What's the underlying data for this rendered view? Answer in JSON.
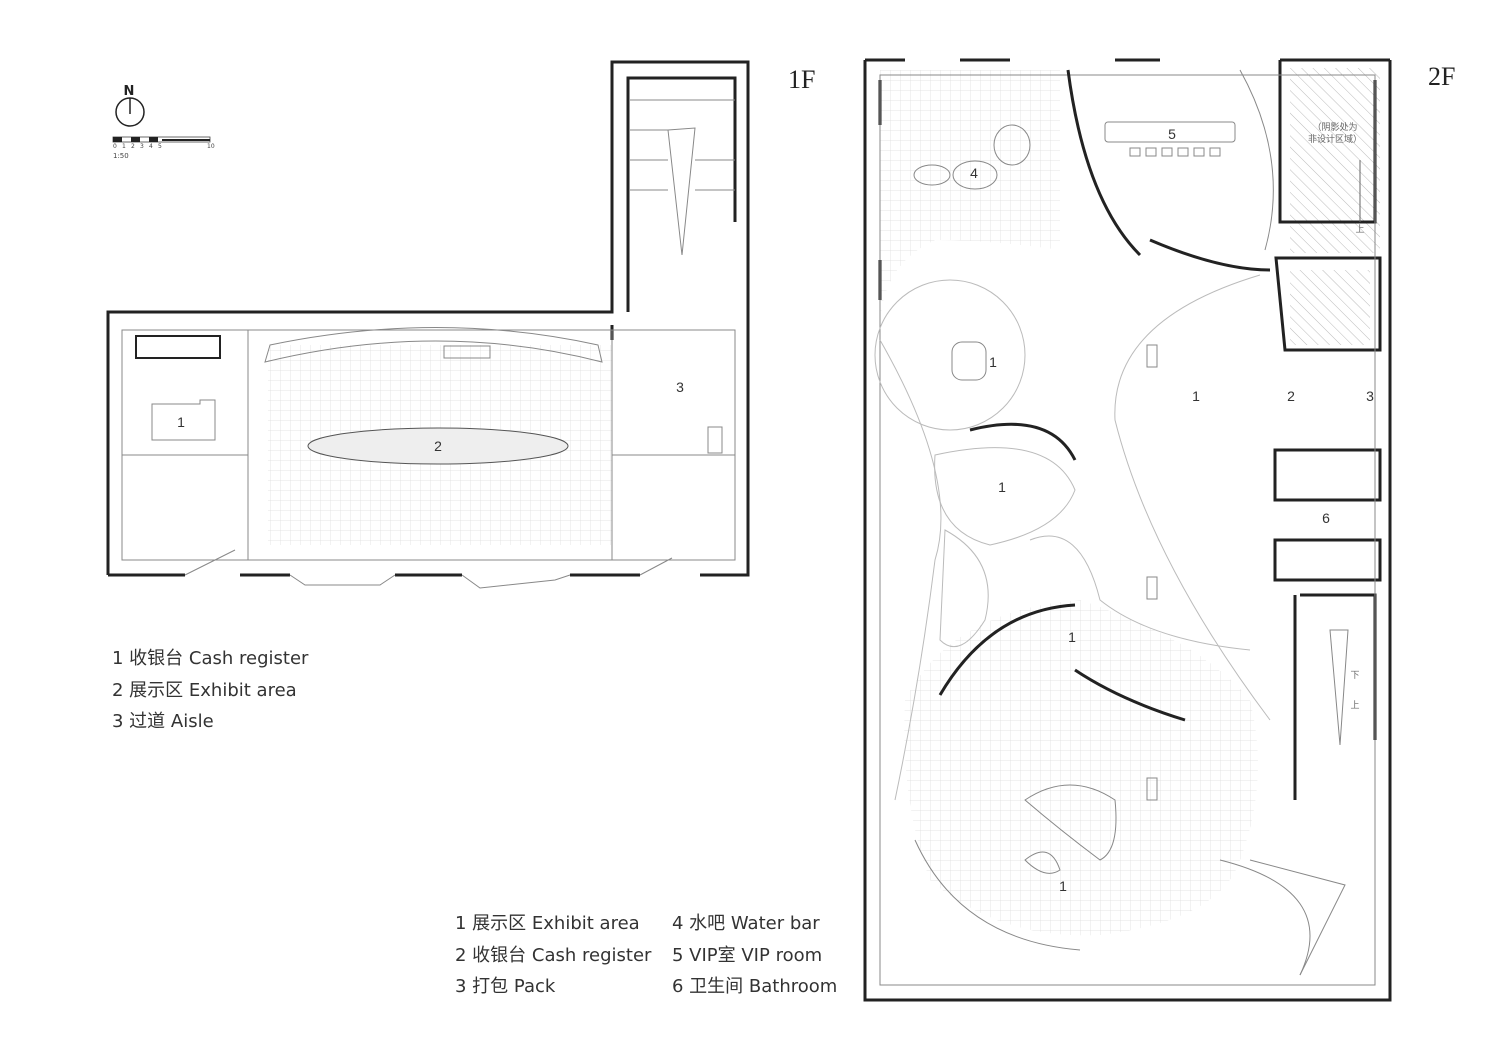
{
  "compass": {
    "north_label": "N",
    "scale_ratio": "1:50",
    "scale_ticks": [
      "0",
      "1",
      "2",
      "3",
      "4",
      "5",
      "10"
    ]
  },
  "floor_1": {
    "title": "1F",
    "rooms": [
      "1",
      "2",
      "3"
    ],
    "legend": [
      "1 收银台 Cash register",
      "2 展示区 Exhibit area",
      "3 过道 Aisle"
    ]
  },
  "floor_2": {
    "title": "2F",
    "rooms": {
      "exhibit_a": "1",
      "exhibit_b": "1",
      "exhibit_c": "1",
      "exhibit_d": "1",
      "exhibit_e": "1",
      "cash": "2",
      "pack": "3",
      "water_bar": "4",
      "vip": "5",
      "bathroom": "6"
    },
    "shade_note_line1": "（阴影处为",
    "shade_note_line2": "非设计区域）",
    "stair_up": "上",
    "stair_down": "下",
    "stair_up_2": "上",
    "legend_left": [
      "1 展示区 Exhibit area",
      "2 收银台 Cash register",
      "3 打包 Pack"
    ],
    "legend_right": [
      "4 水吧 Water bar",
      "5 VIP室 VIP room",
      "6 卫生间 Bathroom"
    ]
  },
  "colors": {
    "wall": "#222222",
    "grid": "#cccccc",
    "line": "#888888"
  }
}
